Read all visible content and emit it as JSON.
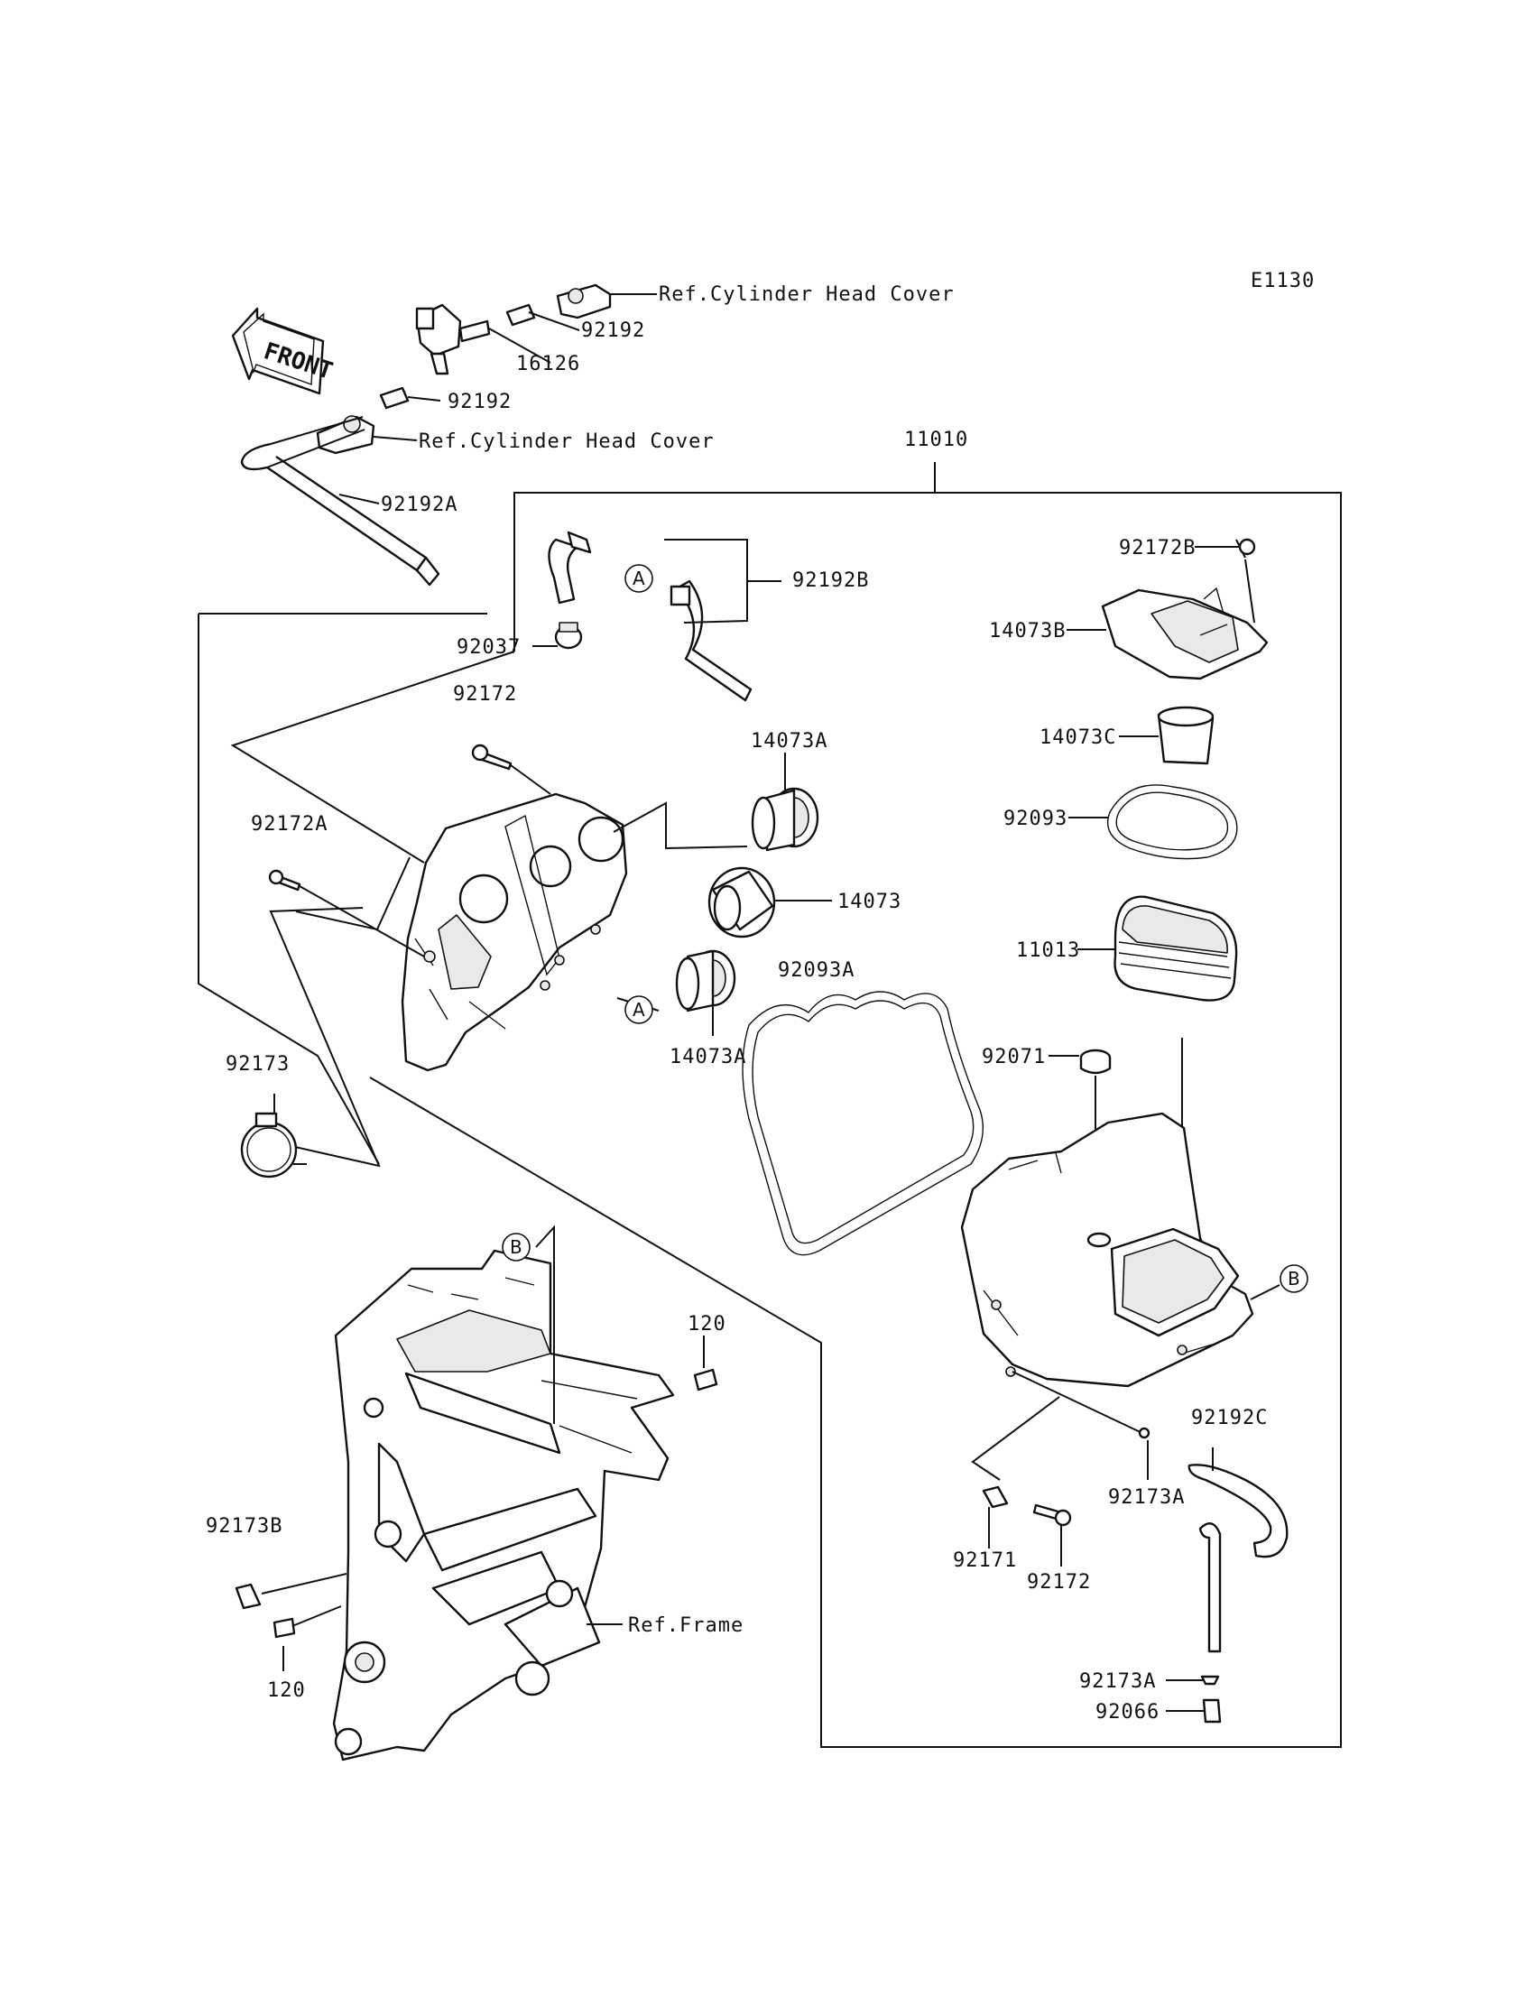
{
  "diagram_code": "E1130",
  "front_badge": "FRONT",
  "labels": {
    "ref_head_cover_top": "Ref.Cylinder Head Cover",
    "ref_head_cover_mid": "Ref.Cylinder Head Cover",
    "ref_frame": "Ref.Frame",
    "p92192_a": "92192",
    "p92192_b": "92192",
    "p16126": "16126",
    "p92192A": "92192A",
    "p11010": "11010",
    "p92192B": "92192B",
    "p92037": "92037",
    "p92172_top": "92172",
    "p14073A_top": "14073A",
    "p14073": "14073",
    "p14073A_bot": "14073A",
    "p92172A": "92172A",
    "p92093A": "92093A",
    "p92173": "92173",
    "p92172B": "92172B",
    "p14073B": "14073B",
    "p14073C": "14073C",
    "p92093": "92093",
    "p11013": "11013",
    "p92071": "92071",
    "p120_top": "120",
    "p92173B": "92173B",
    "p120_bot": "120",
    "p92192C": "92192C",
    "p92173A_mid": "92173A",
    "p92171": "92171",
    "p92172_bot": "92172",
    "p92173A_bot": "92173A",
    "p92066": "92066"
  },
  "callouts": {
    "a1": "A",
    "a2": "A",
    "b1": "B",
    "b2": "B"
  }
}
